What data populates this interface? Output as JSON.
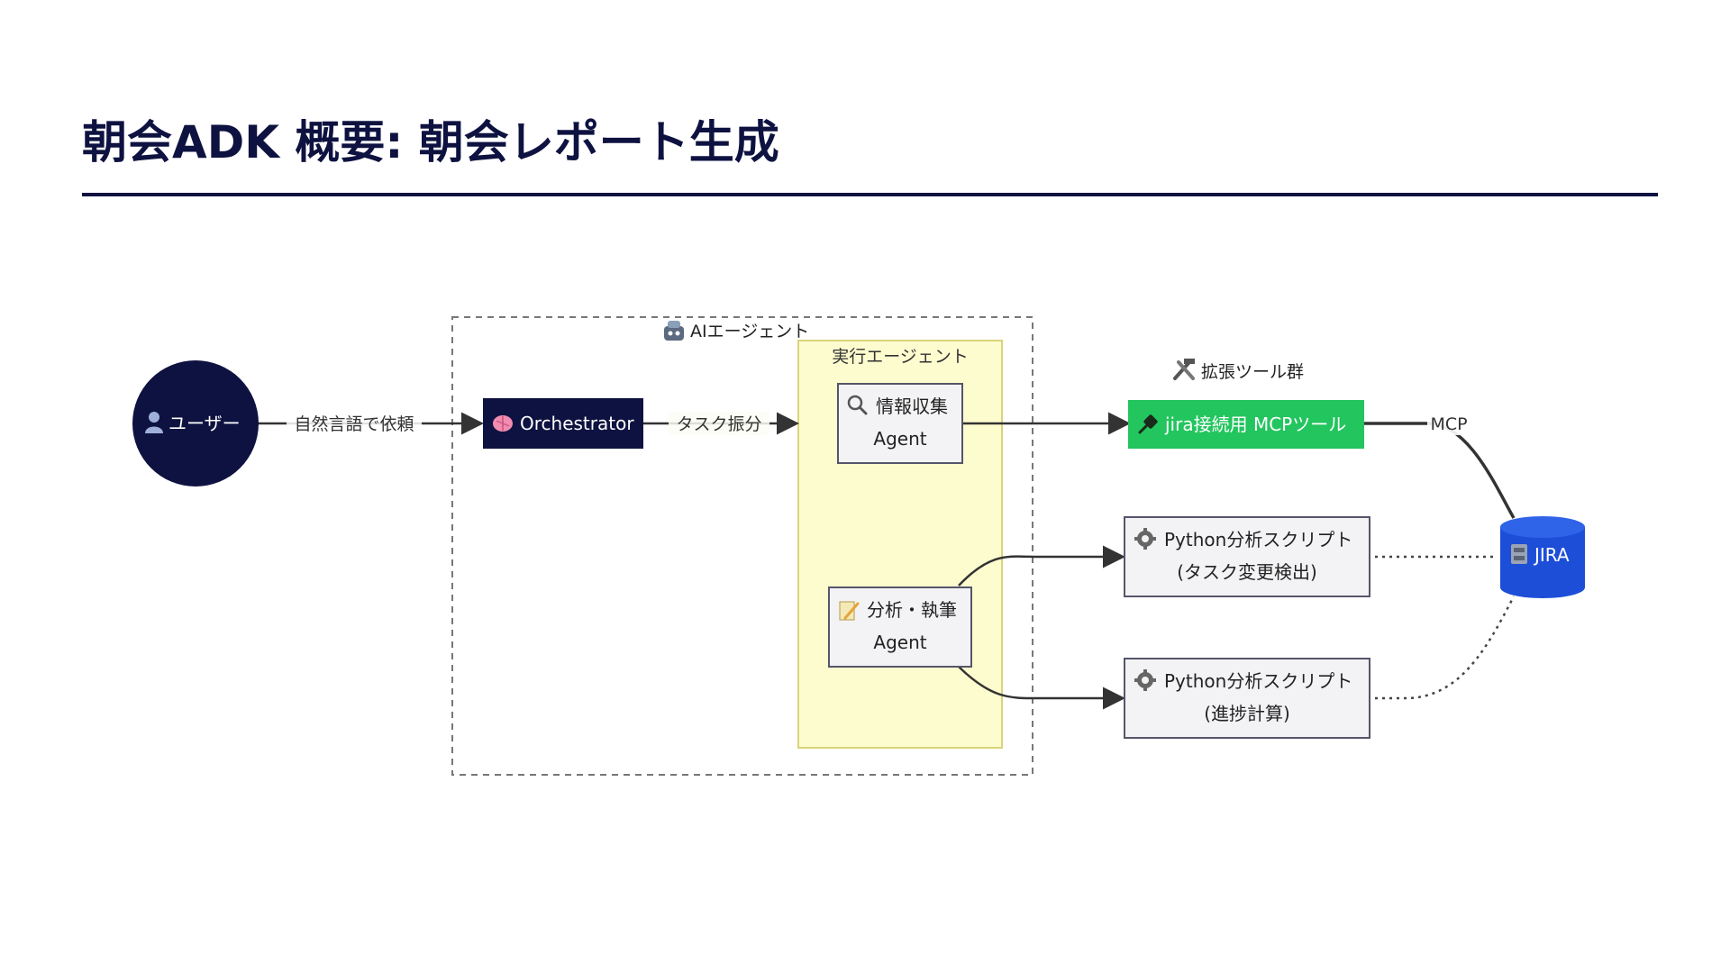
{
  "page": {
    "title": "朝会ADK 概要: 朝会レポート生成"
  },
  "colors": {
    "title": "#0e1240",
    "user_node": "#0e1240",
    "orchestrator_node": "#0e1240",
    "mcp_tool": "#22c55e",
    "jira_db": "#1d4ed8",
    "execution_group_fill": "#fdfccf",
    "execution_group_border": "#d9d47a",
    "box_fill": "#f3f3f5",
    "box_border": "#55556a"
  },
  "diagram": {
    "ai_group": {
      "icon": "robot-icon",
      "label": "AIエージェント"
    },
    "exec_group": {
      "label": "実行エージェント"
    },
    "tools_group": {
      "icon": "hammer-wrench-icon",
      "label": "拡張ツール群"
    },
    "user": {
      "icon": "person-icon",
      "label": "ユーザー"
    },
    "orchestrator": {
      "icon": "brain-icon",
      "label": "Orchestrator"
    },
    "info_agent": {
      "icon": "magnifier-icon",
      "line1": "情報収集",
      "line2": "Agent"
    },
    "analysis_agent": {
      "icon": "memo-icon",
      "line1": "分析・執筆",
      "line2": "Agent"
    },
    "mcp_tool": {
      "icon": "plug-icon",
      "label": "jira接続用 MCPツール"
    },
    "python_change": {
      "icon": "gear-icon",
      "line1": "Python分析スクリプト",
      "line2": "(タスク変更検出)"
    },
    "python_progress": {
      "icon": "gear-icon",
      "line1": "Python分析スクリプト",
      "line2": "(進捗計算)"
    },
    "jira": {
      "icon": "cabinet-icon",
      "label": "JIRA"
    },
    "edges": {
      "user_to_orch": "自然言語で依頼",
      "orch_to_exec": "タスク振分",
      "mcp_to_jira": "MCP"
    }
  }
}
